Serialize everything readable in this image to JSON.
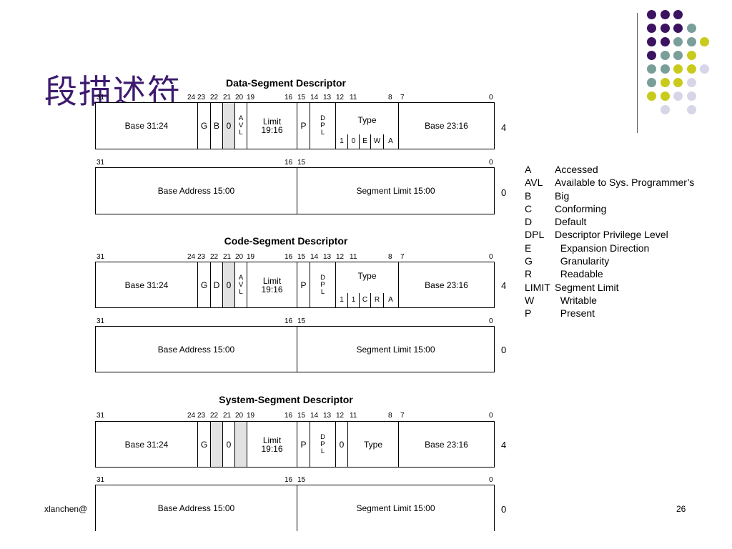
{
  "title": "段描述符",
  "footer": {
    "author": "xlanchen@",
    "page": "26"
  },
  "colors": {
    "purple": "#3b1361",
    "teal": "#7a9e9a",
    "yellow": "#c9cb1c",
    "lavender": "#d6d6e8"
  },
  "dot_grid": [
    [
      "purple",
      "purple",
      "purple",
      "",
      "",
      ""
    ],
    [
      "purple",
      "purple",
      "purple",
      "teal",
      "",
      ""
    ],
    [
      "purple",
      "purple",
      "teal",
      "teal",
      "yellow",
      ""
    ],
    [
      "purple",
      "teal",
      "teal",
      "yellow",
      "",
      ""
    ],
    [
      "teal",
      "teal",
      "yellow",
      "yellow",
      "lavender",
      ""
    ],
    [
      "teal",
      "yellow",
      "yellow",
      "lavender",
      "",
      ""
    ],
    [
      "yellow",
      "yellow",
      "lavender",
      "lavender",
      "",
      ""
    ],
    [
      "",
      "lavender",
      "",
      "lavender",
      "",
      ""
    ]
  ],
  "data_seg": {
    "title": "Data-Segment Descriptor",
    "bits": [
      "31",
      "24",
      "23",
      "22",
      "21",
      "20",
      "19",
      "16",
      "15",
      "14",
      "13",
      "12",
      "11",
      "8",
      "7",
      "0"
    ],
    "base_hi": "Base 31:24",
    "g": "G",
    "b": "B",
    "zero": "0",
    "avl": [
      "A",
      "V",
      "L"
    ],
    "limit": [
      "Limit",
      "19:16"
    ],
    "p": "P",
    "dpl": [
      "D",
      "P",
      "L"
    ],
    "type_label": "Type",
    "type_bits": [
      "1",
      "0",
      "E",
      "W",
      "A"
    ],
    "base_mid": "Base 23:16",
    "row1_offset": "4",
    "low_bits": [
      "31",
      "16",
      "15",
      "0"
    ],
    "base_lo": "Base Address 15:00",
    "seg_limit": "Segment Limit 15:00",
    "row2_offset": "0"
  },
  "code_seg": {
    "title": "Code-Segment Descriptor",
    "bits": [
      "31",
      "24",
      "23",
      "22",
      "21",
      "20",
      "19",
      "16",
      "15",
      "14",
      "13",
      "12",
      "11",
      "8",
      "7",
      "0"
    ],
    "base_hi": "Base 31:24",
    "g": "G",
    "d": "D",
    "zero": "0",
    "avl": [
      "A",
      "V",
      "L"
    ],
    "limit": [
      "Limit",
      "19:16"
    ],
    "p": "P",
    "dpl": [
      "D",
      "P",
      "L"
    ],
    "type_label": "Type",
    "type_bits": [
      "1",
      "1",
      "C",
      "R",
      "A"
    ],
    "base_mid": "Base 23:16",
    "row1_offset": "4",
    "low_bits": [
      "31",
      "16",
      "15",
      "0"
    ],
    "base_lo": "Base Address 15:00",
    "seg_limit": "Segment Limit 15:00",
    "row2_offset": "0"
  },
  "sys_seg": {
    "title": "System-Segment Descriptor",
    "bits": [
      "31",
      "24",
      "23",
      "22",
      "21",
      "20",
      "19",
      "16",
      "15",
      "14",
      "13",
      "12",
      "11",
      "8",
      "7",
      "0"
    ],
    "base_hi": "Base 31:24",
    "g": "G",
    "zero": "0",
    "limit": [
      "Limit",
      "19:16"
    ],
    "p": "P",
    "dpl": [
      "D",
      "P",
      "L"
    ],
    "s": "0",
    "type_label": "Type",
    "base_mid": "Base 23:16",
    "row1_offset": "4",
    "low_bits": [
      "31",
      "16",
      "15",
      "0"
    ],
    "base_lo": "Base Address 15:00",
    "seg_limit": "Segment Limit 15:00",
    "row2_offset": "0"
  },
  "legend": [
    {
      "abbr": "A",
      "text": "Accessed"
    },
    {
      "abbr": "AVL",
      "text": "Available to Sys. Programmer’s"
    },
    {
      "abbr": "B",
      "text": "Big"
    },
    {
      "abbr": "C",
      "text": "Conforming"
    },
    {
      "abbr": "D",
      "text": "Default"
    },
    {
      "abbr": "DPL",
      "text": "Descriptor Privilege Level"
    },
    {
      "abbr": "E",
      "text": "  Expansion Direction"
    },
    {
      "abbr": "G",
      "text": "  Granularity"
    },
    {
      "abbr": "R",
      "text": "  Readable"
    },
    {
      "abbr": "LIMIT",
      "text": "Segment Limit"
    },
    {
      "abbr": "W",
      "text": "  Writable"
    },
    {
      "abbr": "P",
      "text": "  Present"
    }
  ]
}
